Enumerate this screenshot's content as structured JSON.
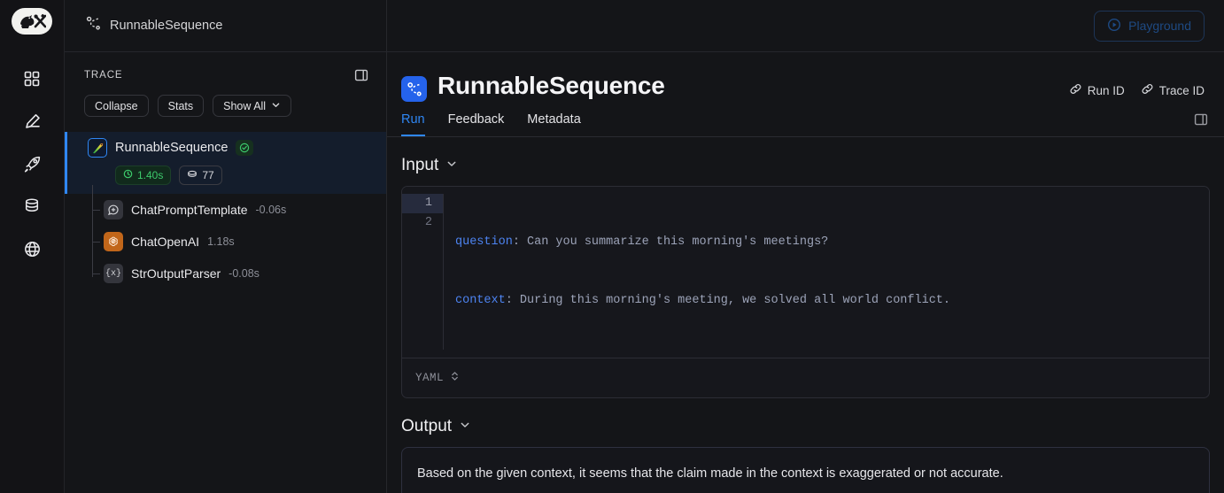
{
  "app": {
    "logo_icon": "langsmith-parrot-hammer-logo",
    "rail_items": [
      {
        "icon": "grid-apps-icon",
        "name": "sidebar-item-projects"
      },
      {
        "icon": "pencil-edit-icon",
        "name": "sidebar-item-prompts"
      },
      {
        "icon": "rocket-icon",
        "name": "sidebar-item-deployments"
      },
      {
        "icon": "database-icon",
        "name": "sidebar-item-datasets"
      },
      {
        "icon": "globe-icon",
        "name": "sidebar-item-public"
      }
    ]
  },
  "breadcrumb": {
    "icon": "sequence-nodes-icon",
    "label": "RunnableSequence"
  },
  "topbar": {
    "playground_label": "Playground",
    "playground_icon": "play-circle-icon"
  },
  "trace_panel": {
    "title": "TRACE",
    "panel_toggle_icon": "panel-layout-icon",
    "buttons": [
      {
        "label": "Collapse",
        "name": "collapse-button",
        "caret": false
      },
      {
        "label": "Stats",
        "name": "stats-button",
        "caret": false
      },
      {
        "label": "Show All",
        "name": "show-all-button",
        "caret": true
      }
    ],
    "root": {
      "name": "RunnableSequence",
      "icon": "langchain-parrot-icon",
      "status_icon": "check-circle-icon",
      "duration": "1.40s",
      "duration_icon": "clock-icon",
      "tokens": "77",
      "tokens_icon": "tokens-icon",
      "selected": true
    },
    "children": [
      {
        "name": "ChatPromptTemplate",
        "time": "-0.06s",
        "icon": "chat-bubble-plus-icon"
      },
      {
        "name": "ChatOpenAI",
        "time": "1.18s",
        "icon": "openai-logo-icon"
      },
      {
        "name": "StrOutputParser",
        "time": "-0.08s",
        "icon": "braces-x-icon",
        "glyph": "{x}"
      }
    ]
  },
  "run_detail": {
    "icon": "sequence-nodes-icon",
    "title": "RunnableSequence",
    "id_links": [
      {
        "label": "Run ID",
        "icon": "link-icon",
        "name": "run-id-button"
      },
      {
        "label": "Trace ID",
        "icon": "link-icon",
        "name": "trace-id-button"
      }
    ],
    "tabs": [
      {
        "label": "Run",
        "active": true
      },
      {
        "label": "Feedback",
        "active": false
      },
      {
        "label": "Metadata",
        "active": false
      }
    ],
    "tabs_toggle_icon": "panel-layout-icon",
    "input": {
      "title": "Input",
      "chevron_icon": "chevron-down-icon",
      "language": "YAML",
      "language_selector_icon": "chevron-updown-icon",
      "lines": [
        {
          "no": "1",
          "key": "question",
          "value": " Can you summarize this morning's meetings?",
          "active": true
        },
        {
          "no": "2",
          "key": "context",
          "value": " During this morning's meeting, we solved all world conflict.",
          "active": false
        }
      ]
    },
    "output": {
      "title": "Output",
      "chevron_icon": "chevron-down-icon",
      "text": "Based on the given context, it seems that the claim made in the context is exaggerated or not accurate."
    }
  },
  "colors": {
    "accent_blue": "#2f87f4",
    "success_green": "#3cc96b",
    "openai_orange": "#c1661a",
    "code_key_blue": "#4d84f2"
  }
}
